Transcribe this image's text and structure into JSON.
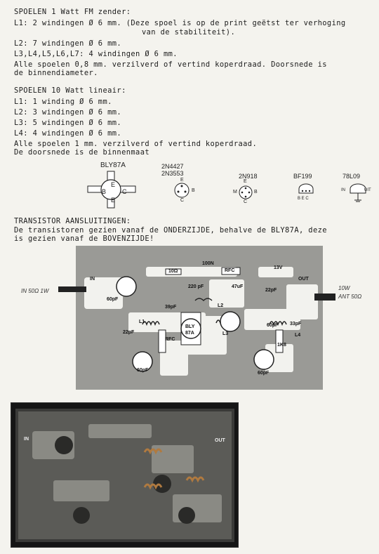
{
  "section1": {
    "title": "SPOELEN 1 Watt FM zender:",
    "l1": "L1: 2 windingen Ø 6 mm. (Deze spoel is op de print geëtst ter verhoging",
    "l1_cont": "van de stabiliteit).",
    "l2": "L2: 7 windingen Ø 6 mm.",
    "l3_l7": "L3,L4,L5,L6,L7: 4 windingen Ø 6 mm.",
    "note1": "Alle spoelen 0,8 mm. verzilverd of vertind koperdraad. Doorsnede is",
    "note2": "de binnendiameter."
  },
  "section2": {
    "title": "SPOELEN 10 Watt lineair:",
    "l1": "L1: 1 winding Ø 6 mm.",
    "l2": "L2: 3 windingen Ø 6 mm.",
    "l3": "L3: 5 windingen Ø 6 mm.",
    "l4": "L4: 4 windingen Ø 6 mm.",
    "note1": "Alle spoelen 1 mm. verzilverd of vertind koperdraad.",
    "note2": "De doorsnede is de binnenmaat"
  },
  "transistors": [
    {
      "name": "BLY87A",
      "pins": [
        "B",
        "E",
        "C",
        "E"
      ]
    },
    {
      "name1": "2N4427",
      "name2": "2N3553",
      "pins": [
        "E",
        "B",
        "C"
      ]
    },
    {
      "name": "2N918",
      "pins": [
        "E",
        "M",
        "B",
        "C"
      ]
    },
    {
      "name": "BF199",
      "pins": "B E C"
    },
    {
      "name": "78L09",
      "pins": [
        "IN",
        "UIT"
      ]
    }
  ],
  "section3": {
    "title": "TRANSISTOR AANSLUITINGEN:",
    "line1": "De transistoren gezien vanaf de ONDERZIJDE, behalve de BLY87A, deze",
    "line2": "is gezien vanaf de BOVENZIJDE!"
  },
  "board": {
    "in_label": "IN 50Ω 1W",
    "out_label1": "10W",
    "out_label2": "ANT 50Ω",
    "pad_in": "IN",
    "pad_out": "OUT",
    "pad_13v": "13V",
    "r10": "10Ω",
    "c100n": "100N",
    "rfc1": "RFC",
    "rfc2": "RFC",
    "c220p": "220 pF",
    "c47u": "47uF",
    "c22p_a": "22pF",
    "c39p": "39pF",
    "c60p_a": "60pF",
    "c22p_b": "22pF",
    "l1": "L1",
    "l2": "L2",
    "l3": "L3",
    "l4": "L4",
    "bly": "BLY",
    "bly2": "87A",
    "c33p": "33pF",
    "c60p_b": "60pF",
    "c60p_c": "60pF",
    "c60p_d": "60pF",
    "r1k": "1K8"
  },
  "photo": {
    "in": "IN",
    "out": "OUT"
  }
}
